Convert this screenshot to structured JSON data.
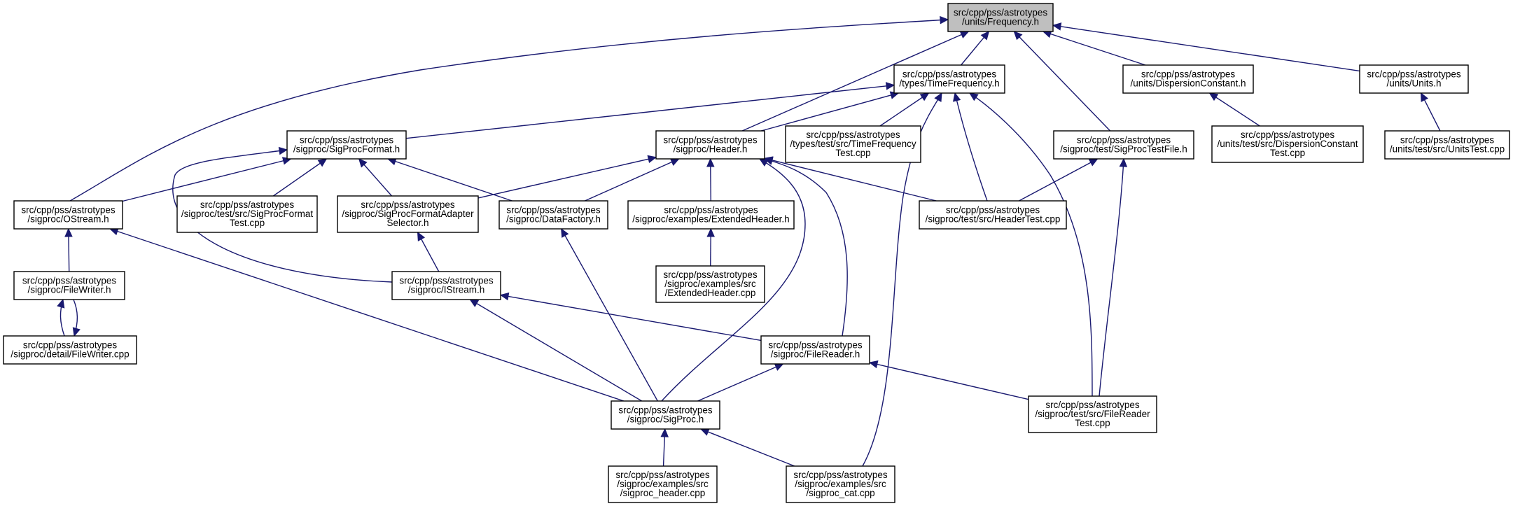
{
  "colors": {
    "edge": "#191970",
    "root_fill": "#bfbfbf",
    "node_fill": "#ffffff",
    "border": "#000000"
  },
  "nodes": [
    {
      "id": "frequency_h",
      "lines": [
        "src/cpp/pss/astrotypes",
        "/units/Frequency.h"
      ],
      "highlighted": true
    },
    {
      "id": "timefrequency_h",
      "lines": [
        "src/cpp/pss/astrotypes",
        "/types/TimeFrequency.h"
      ]
    },
    {
      "id": "dispersionconstant_h",
      "lines": [
        "src/cpp/pss/astrotypes",
        "/units/DispersionConstant.h"
      ]
    },
    {
      "id": "units_h",
      "lines": [
        "src/cpp/pss/astrotypes",
        "/units/Units.h"
      ]
    },
    {
      "id": "sigprocformat_h",
      "lines": [
        "src/cpp/pss/astrotypes",
        "/sigproc/SigProcFormat.h"
      ]
    },
    {
      "id": "header_h",
      "lines": [
        "src/cpp/pss/astrotypes",
        "/sigproc/Header.h"
      ]
    },
    {
      "id": "timefrequencytest_cpp",
      "lines": [
        "src/cpp/pss/astrotypes",
        "/types/test/src/TimeFrequency",
        "Test.cpp"
      ]
    },
    {
      "id": "sigproctestfile_h",
      "lines": [
        "src/cpp/pss/astrotypes",
        "/sigproc/test/SigProcTestFile.h"
      ]
    },
    {
      "id": "dispersionconstanttest_cpp",
      "lines": [
        "src/cpp/pss/astrotypes",
        "/units/test/src/DispersionConstant",
        "Test.cpp"
      ]
    },
    {
      "id": "unitstest_cpp",
      "lines": [
        "src/cpp/pss/astrotypes",
        "/units/test/src/UnitsTest.cpp"
      ]
    },
    {
      "id": "ostream_h",
      "lines": [
        "src/cpp/pss/astrotypes",
        "/sigproc/OStream.h"
      ]
    },
    {
      "id": "sigprocformattest_cpp",
      "lines": [
        "src/cpp/pss/astrotypes",
        "/sigproc/test/src/SigProcFormat",
        "Test.cpp"
      ]
    },
    {
      "id": "sigprocformatadapterselector_h",
      "lines": [
        "src/cpp/pss/astrotypes",
        "/sigproc/SigProcFormatAdapter",
        "Selector.h"
      ]
    },
    {
      "id": "datafactory_h",
      "lines": [
        "src/cpp/pss/astrotypes",
        "/sigproc/DataFactory.h"
      ]
    },
    {
      "id": "extendedheader_h",
      "lines": [
        "src/cpp/pss/astrotypes",
        "/sigproc/examples/ExtendedHeader.h"
      ]
    },
    {
      "id": "headertest_cpp",
      "lines": [
        "src/cpp/pss/astrotypes",
        "/sigproc/test/src/HeaderTest.cpp"
      ]
    },
    {
      "id": "filewriter_h",
      "lines": [
        "src/cpp/pss/astrotypes",
        "/sigproc/FileWriter.h"
      ]
    },
    {
      "id": "istream_h",
      "lines": [
        "src/cpp/pss/astrotypes",
        "/sigproc/IStream.h"
      ]
    },
    {
      "id": "extendedheader_cpp",
      "lines": [
        "src/cpp/pss/astrotypes",
        "/sigproc/examples/src",
        "/ExtendedHeader.cpp"
      ]
    },
    {
      "id": "filewriter_cpp",
      "lines": [
        "src/cpp/pss/astrotypes",
        "/sigproc/detail/FileWriter.cpp"
      ]
    },
    {
      "id": "filereader_h",
      "lines": [
        "src/cpp/pss/astrotypes",
        "/sigproc/FileReader.h"
      ]
    },
    {
      "id": "filereadertest_cpp",
      "lines": [
        "src/cpp/pss/astrotypes",
        "/sigproc/test/src/FileReader",
        "Test.cpp"
      ]
    },
    {
      "id": "sigproc_h",
      "lines": [
        "src/cpp/pss/astrotypes",
        "/sigproc/SigProc.h"
      ]
    },
    {
      "id": "sigproc_header_cpp",
      "lines": [
        "src/cpp/pss/astrotypes",
        "/sigproc/examples/src",
        "/sigproc_header.cpp"
      ]
    },
    {
      "id": "sigproc_cat_cpp",
      "lines": [
        "src/cpp/pss/astrotypes",
        "/sigproc/examples/src",
        "/sigproc_cat.cpp"
      ]
    }
  ],
  "edges": [
    {
      "from": "ostream_h",
      "to": "frequency_h"
    },
    {
      "from": "header_h",
      "to": "frequency_h"
    },
    {
      "from": "timefrequency_h",
      "to": "frequency_h"
    },
    {
      "from": "sigproctestfile_h",
      "to": "frequency_h"
    },
    {
      "from": "dispersionconstant_h",
      "to": "frequency_h"
    },
    {
      "from": "units_h",
      "to": "frequency_h"
    },
    {
      "from": "sigprocformat_h",
      "to": "timefrequency_h"
    },
    {
      "from": "header_h",
      "to": "timefrequency_h"
    },
    {
      "from": "timefrequencytest_cpp",
      "to": "timefrequency_h"
    },
    {
      "from": "headertest_cpp",
      "to": "timefrequency_h"
    },
    {
      "from": "sigproc_cat_cpp",
      "to": "timefrequency_h"
    },
    {
      "from": "filereadertest_cpp",
      "to": "timefrequency_h"
    },
    {
      "from": "dispersionconstanttest_cpp",
      "to": "dispersionconstant_h"
    },
    {
      "from": "unitstest_cpp",
      "to": "units_h"
    },
    {
      "from": "ostream_h",
      "to": "sigprocformat_h"
    },
    {
      "from": "sigprocformattest_cpp",
      "to": "sigprocformat_h"
    },
    {
      "from": "sigprocformatadapterselector_h",
      "to": "sigprocformat_h"
    },
    {
      "from": "datafactory_h",
      "to": "sigprocformat_h"
    },
    {
      "from": "istream_h",
      "to": "sigprocformat_h"
    },
    {
      "from": "sigprocformatadapterselector_h",
      "to": "header_h"
    },
    {
      "from": "datafactory_h",
      "to": "header_h"
    },
    {
      "from": "extendedheader_h",
      "to": "header_h"
    },
    {
      "from": "headertest_cpp",
      "to": "header_h"
    },
    {
      "from": "filereader_h",
      "to": "header_h"
    },
    {
      "from": "sigproc_h",
      "to": "header_h"
    },
    {
      "from": "headertest_cpp",
      "to": "sigproctestfile_h"
    },
    {
      "from": "filereadertest_cpp",
      "to": "sigproctestfile_h"
    },
    {
      "from": "filewriter_h",
      "to": "ostream_h"
    },
    {
      "from": "sigproc_h",
      "to": "ostream_h"
    },
    {
      "from": "istream_h",
      "to": "sigprocformatadapterselector_h"
    },
    {
      "from": "sigproc_h",
      "to": "datafactory_h"
    },
    {
      "from": "extendedheader_cpp",
      "to": "extendedheader_h"
    },
    {
      "from": "filewriter_cpp",
      "to": "filewriter_h"
    },
    {
      "from": "filewriter_h",
      "to": "filewriter_cpp"
    },
    {
      "from": "filereader_h",
      "to": "istream_h"
    },
    {
      "from": "sigproc_h",
      "to": "istream_h"
    },
    {
      "from": "sigproc_h",
      "to": "filereader_h"
    },
    {
      "from": "filereadertest_cpp",
      "to": "filereader_h"
    },
    {
      "from": "sigproc_header_cpp",
      "to": "sigproc_h"
    },
    {
      "from": "sigproc_cat_cpp",
      "to": "sigproc_h"
    }
  ]
}
